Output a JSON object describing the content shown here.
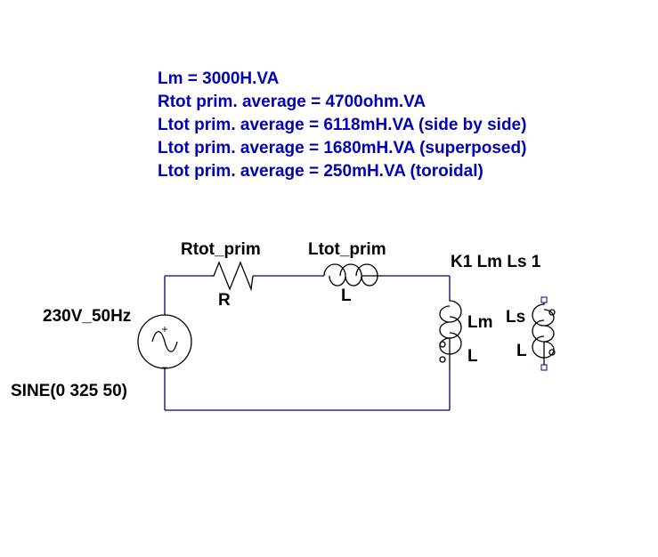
{
  "directives": [
    "Lm = 3000H.VA",
    "Rtot prim. average = 4700ohm.VA",
    "Ltot prim. average = 6118mH.VA (side by side)",
    "Ltot prim. average = 1680mH.VA (superposed)",
    "Ltot prim. average = 250mH.VA (toroidal)"
  ],
  "source": {
    "name": "230V_50Hz",
    "value": "SINE(0 325 50)",
    "plus": "+",
    "minus": "−"
  },
  "resistor": {
    "name": "Rtot_prim",
    "type": "R"
  },
  "series_inductor": {
    "name": "Ltot_prim",
    "type": "L"
  },
  "coupling": {
    "statement": "K1 Lm Ls 1"
  },
  "primary_inductor": {
    "name": "Lm",
    "type": "L"
  },
  "secondary_inductor": {
    "name": "Ls",
    "type": "L"
  },
  "colors": {
    "directive_text": "#0000b4",
    "wire": "#000080",
    "component": "#000000",
    "background": "#ffffff"
  }
}
